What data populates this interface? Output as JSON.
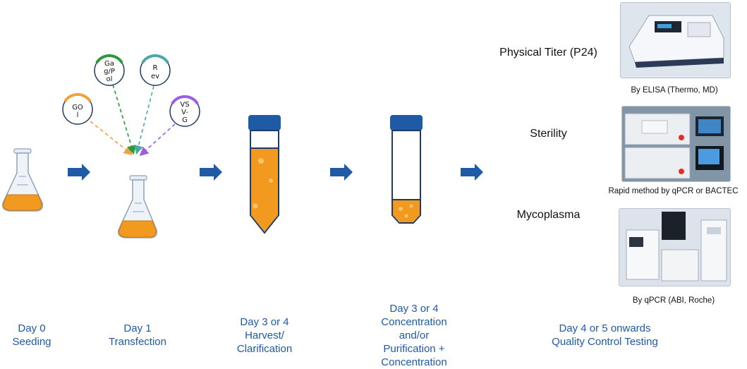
{
  "steps": [
    {
      "line1": "Day 0",
      "line2": "Seeding"
    },
    {
      "line1": "Day 1",
      "line2": "Transfection"
    },
    {
      "line1": "Day 3 or 4",
      "line2": "Harvest/",
      "line3": "Clarification"
    },
    {
      "line1": "Day 3 or 4",
      "line2": "Concentration",
      "line3": "and/or",
      "line4": "Purification +",
      "line5": "Concentration"
    },
    {
      "line1": "Day 4 or 5 onwards",
      "line2": "Quality Control Testing"
    }
  ],
  "plasmids": [
    {
      "lines": [
        "GO",
        "l"
      ],
      "color": "#f0a040"
    },
    {
      "lines": [
        "Ga",
        "g/P",
        "ol"
      ],
      "color": "#2a9a3a"
    },
    {
      "lines": [
        "R",
        "ev"
      ],
      "color": "#4aa7a7"
    },
    {
      "lines": [
        "VS",
        "V-",
        "G"
      ],
      "color": "#9b5de5"
    }
  ],
  "qc": [
    {
      "title": "Physical Titer (P24)",
      "caption": "By ELISA (Thermo, MD)",
      "image": "elisa-plate-reader"
    },
    {
      "title": "Sterility",
      "caption": "Rapid method by qPCR or BACTEC",
      "image": "bactec-instrument"
    },
    {
      "title": "Mycoplasma",
      "caption": "By qPCR (ABI, Roche)",
      "image": "qpcr-instrument"
    }
  ],
  "colors": {
    "arrow": "#1f5aa6",
    "culture": "#f29a1f",
    "outline": "#1f3b63",
    "cap": "#1f5aa6",
    "label": "#1f5aa6"
  }
}
